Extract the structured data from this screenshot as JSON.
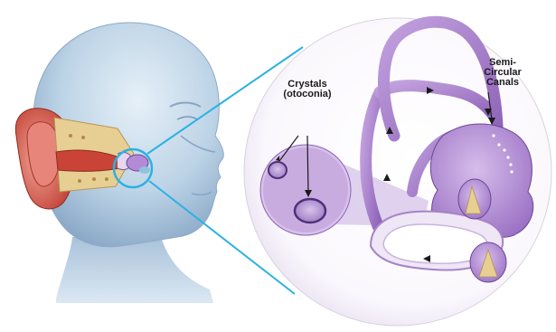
{
  "labels": {
    "crystals": [
      "Crystals",
      "(otoconia)"
    ],
    "canals": [
      "Semi-",
      "Circular",
      "Canals"
    ]
  },
  "colors": {
    "skin": "#bcd3e6",
    "skin_dark": "#7d9cbe",
    "ear_red": "#c94437",
    "bone_tan": "#e7cf93",
    "purple": "#a77ec8",
    "purple_dark": "#6c4694",
    "purple_light": "#e8dcf2",
    "callout_line": "#2bb1e3"
  },
  "icons": [
    "arrow-icon"
  ]
}
